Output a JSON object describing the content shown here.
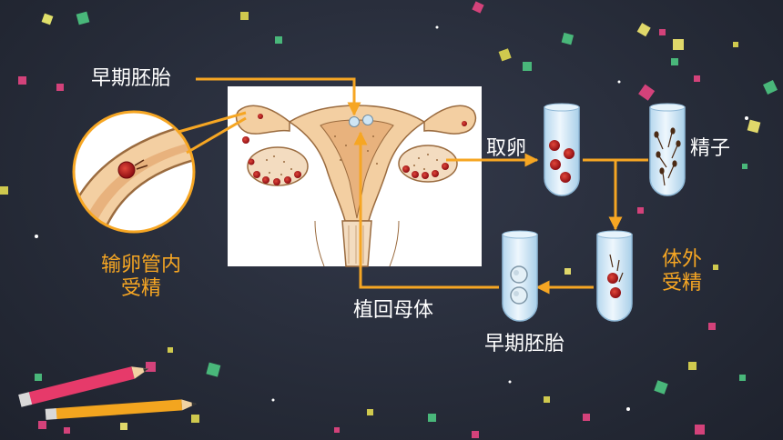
{
  "labels": {
    "early_embryo_top": "早期胚胎",
    "egg_retrieval": "取卵",
    "sperm": "精子",
    "ivf": [
      "体外",
      "受精"
    ],
    "oviduct_fertilization": [
      "输卵管内",
      "受精"
    ],
    "transfer_back": "植回母体",
    "early_embryo_bottom": "早期胚胎"
  },
  "colors": {
    "arrow": "#f6a623",
    "label_white": "#ffffff",
    "label_orange": "#f6a623",
    "egg_red": "#b3151b",
    "tube_blue": "#cfe6f5",
    "background": "#272c39"
  },
  "icons": {
    "reproductive": "uterus-ovaries-illustration",
    "magnifier": "oviduct-zoom-circle",
    "tube": "test-tube-icon",
    "pencil": "pencil-icon"
  }
}
